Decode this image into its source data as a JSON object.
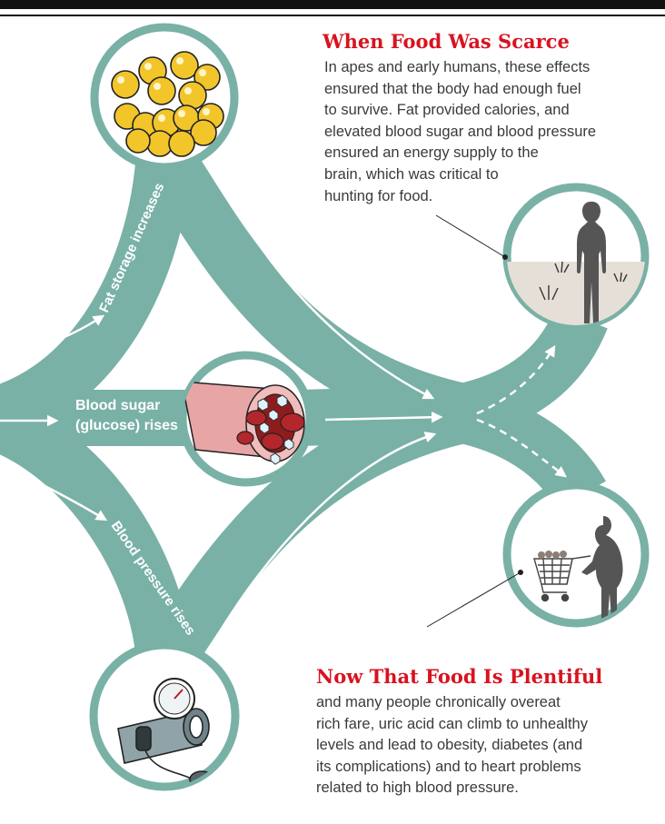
{
  "colors": {
    "teal": "#79b1a6",
    "teal_dark": "#5f9a8f",
    "headline_red": "#d8131f",
    "text": "#3a3a3a",
    "top_rule": "#111111"
  },
  "scarce": {
    "title": "When Food Was Scarce",
    "lines": [
      "In apes and early humans, these effects",
      "ensured that the body had enough fuel",
      "to survive. Fat provided calories, and",
      "elevated blood sugar and blood pressure",
      "ensured an energy supply to the",
      "brain, which was critical to",
      "hunting for food."
    ]
  },
  "plentiful": {
    "title": "Now That Food Is Plentiful",
    "lines": [
      "and many people chronically overeat",
      "rich fare, uric acid can climb to unhealthy",
      "levels and lead to obesity, diabetes (and",
      "its complications) and to heart problems",
      "related to high blood pressure."
    ]
  },
  "paths": {
    "fat": "Fat storage increases",
    "sugar_line1": "Blood sugar",
    "sugar_line2": "(glucose) rises",
    "pressure": "Blood pressure rises"
  },
  "icons": {
    "fat": "fat-globules-icon",
    "blood": "blood-vessel-icon",
    "pressure": "blood-pressure-cuff-icon",
    "hunter": "standing-human-icon",
    "shopper": "shopping-cart-person-icon"
  }
}
